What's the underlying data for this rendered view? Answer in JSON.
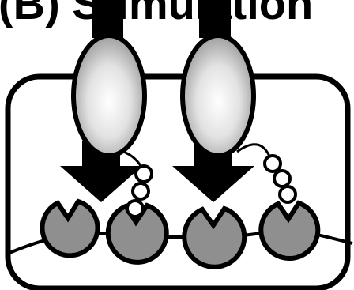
{
  "panel": {
    "title": "(B) Stimulation"
  },
  "colors": {
    "outline": "#000000",
    "cell_fill": "#ffffff",
    "receptor_highlight": "#ffffff",
    "receptor_shadow": "#9e9e9e",
    "protein_fill": "#8f8f8f",
    "bead_fill": "#ffffff",
    "arrow_fill": "#000000"
  },
  "elements": {
    "cell": "cell-membrane-box",
    "receptors": 2,
    "proteins": 4,
    "beads_per_chain": 3
  }
}
